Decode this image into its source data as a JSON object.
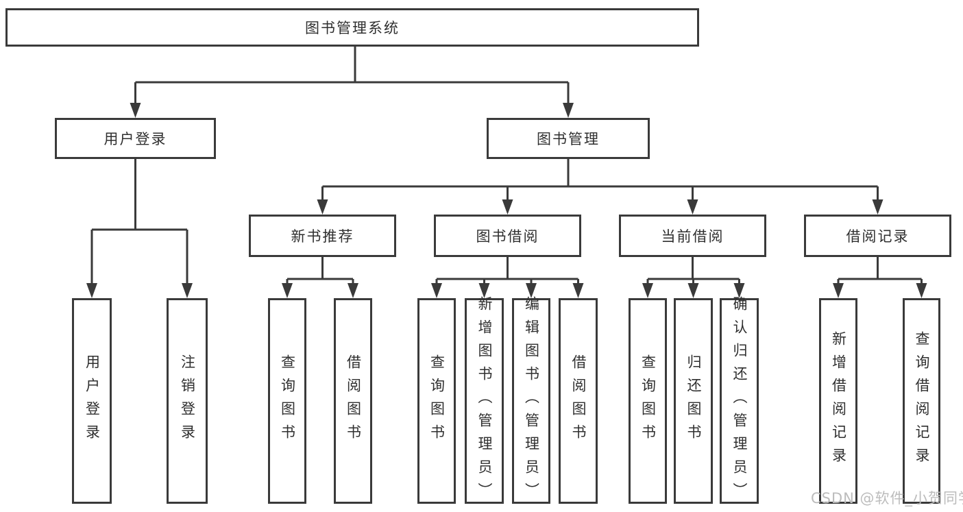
{
  "diagram": {
    "root": "图书管理系统",
    "branches": [
      {
        "label": "用户登录",
        "leaves": [
          "用户登录",
          "注销登录"
        ]
      },
      {
        "label": "图书管理",
        "groups": [
          {
            "label": "新书推荐",
            "leaves": [
              "查询图书",
              "借阅图书"
            ]
          },
          {
            "label": "图书借阅",
            "leaves": [
              "查询图书",
              "新增图书（管理员）",
              "编辑图书（管理员）",
              "借阅图书"
            ]
          },
          {
            "label": "当前借阅",
            "leaves": [
              "查询图书",
              "归还图书",
              "确认归还（管理员）"
            ]
          },
          {
            "label": "借阅记录",
            "leaves": [
              "新增借阅记录",
              "查询借阅记录"
            ]
          }
        ]
      }
    ]
  },
  "watermark": {
    "text": "CSDN @软件_小贺同学",
    "color": "#bcbcbc"
  },
  "colors": {
    "line": "#3a3a3a",
    "node_border": "#3a3a3a",
    "node_text": "#2f2f2f",
    "background": "#ffffff"
  }
}
